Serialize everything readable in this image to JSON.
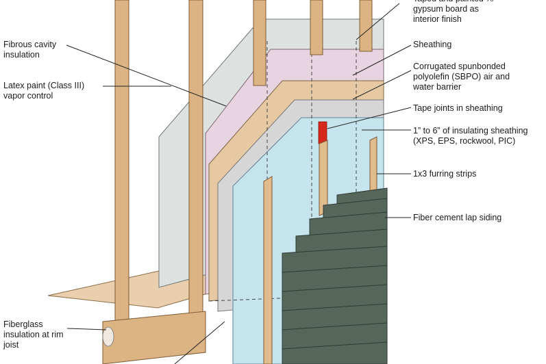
{
  "labels": {
    "drywall": "Taped and painted ⅞\ngypsum board as\ninterior finish",
    "cavity_insulation": "Fibrous cavity\ninsulation",
    "latex_paint": "Latex paint (Class III)\nvapor control",
    "sheathing": "Sheathing",
    "sbpo": "Corrugated spunbonded\npolyolefin (SBPO) air and\nwater barrier",
    "tape_joints": "Tape joints in sheathing",
    "insulating_sheathing": "1” to 6” of insulating sheathing\n(XPS, EPS, rockwool, PIC)",
    "furring": "1x3 furring strips",
    "siding": "Fiber cement lap siding",
    "rim_insulation": "Fiberglass\ninsulation at rim\njoist"
  },
  "colors": {
    "wood": "#dcb383",
    "wood_dark": "#b98a57",
    "gypsum": "#dde2e0",
    "insulation_pink": "#e8d3e0",
    "sheathing": "#e6c9a2",
    "sbpo": "#d6d6d6",
    "foam_blue": "#c6e4ee",
    "siding": "#55665b",
    "tape": "#d7281c"
  }
}
